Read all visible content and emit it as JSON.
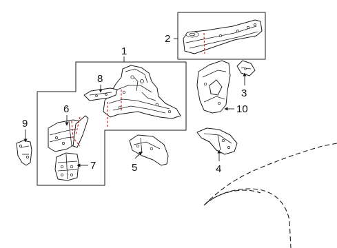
{
  "callouts": [
    {
      "id": "1",
      "text": "1"
    },
    {
      "id": "2",
      "text": "2"
    },
    {
      "id": "3",
      "text": "3"
    },
    {
      "id": "4",
      "text": "4"
    },
    {
      "id": "5",
      "text": "5"
    },
    {
      "id": "6",
      "text": "6"
    },
    {
      "id": "7",
      "text": "7"
    },
    {
      "id": "8",
      "text": "8"
    },
    {
      "id": "9",
      "text": "9"
    },
    {
      "id": "10",
      "text": "10"
    }
  ],
  "colors": {
    "line": "#1a1a1a",
    "cut_line": "#d62020",
    "background": "#ffffff"
  }
}
